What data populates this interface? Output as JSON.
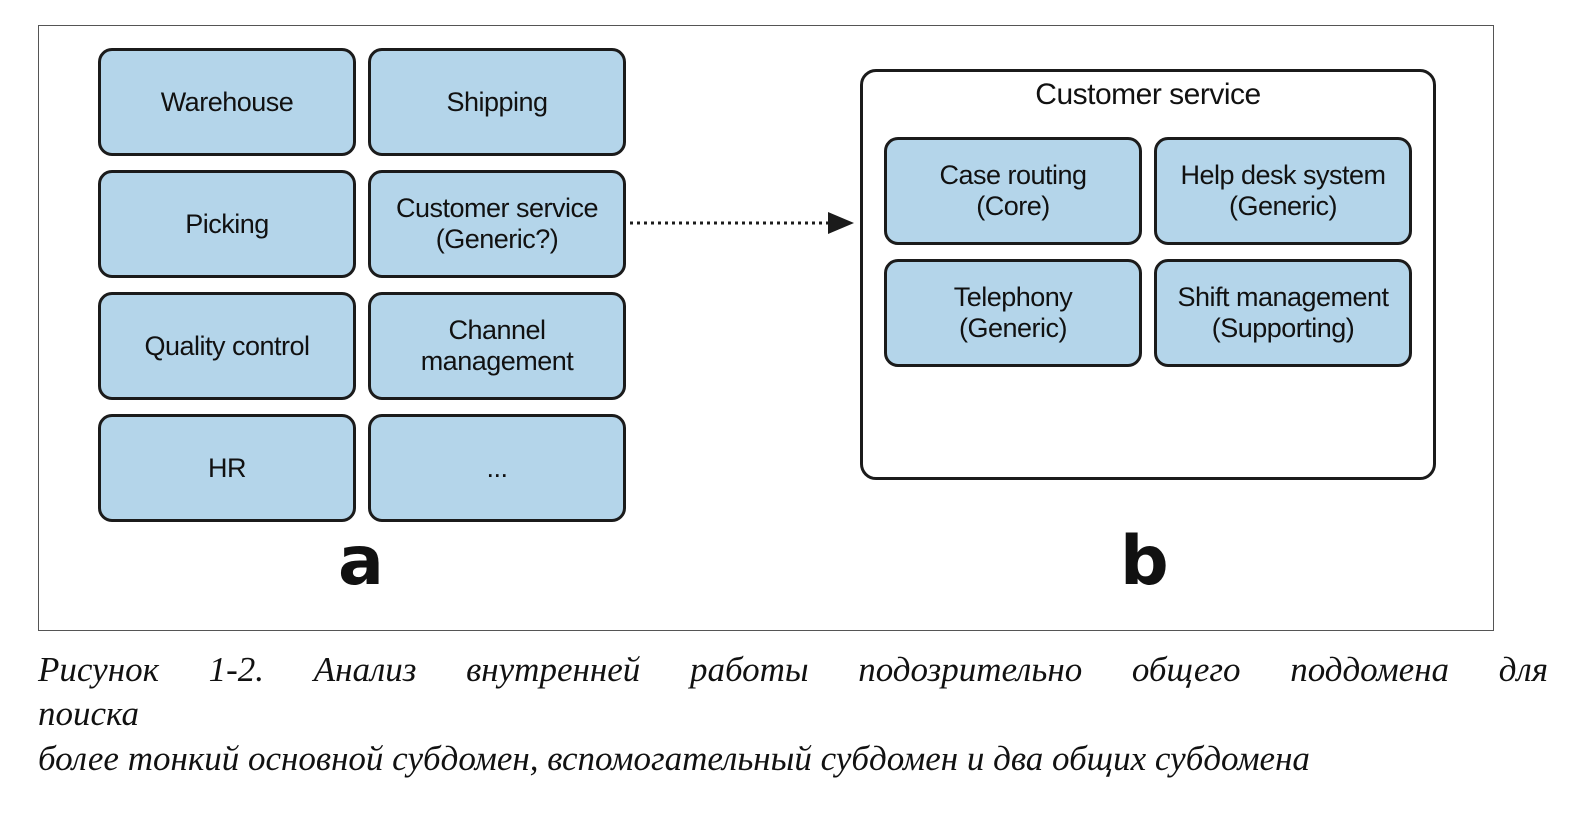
{
  "diagram_a": {
    "boxes": [
      "Warehouse",
      "Shipping",
      "Picking",
      "Customer service\n(Generic?)",
      "Quality control",
      "Channel\nmanagement",
      "HR",
      "..."
    ],
    "label": "a"
  },
  "diagram_b": {
    "title": "Customer service",
    "boxes": [
      "Case routing\n(Core)",
      "Help desk system\n(Generic)",
      "Telephony\n(Generic)",
      "Shift management\n(Supporting)"
    ],
    "label": "b"
  },
  "caption": {
    "line1": "Рисунок 1-2. Анализ внутренней работы подозрительно общего поддомена для",
    "line2": "поиска",
    "line3": "более тонкий основной субдомен, вспомогательный субдомен и два общих субдомена"
  }
}
